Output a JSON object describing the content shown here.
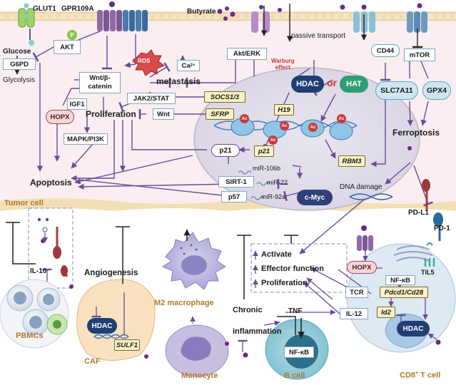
{
  "tumor_cell": {
    "transporters": {
      "glut1": "GLUT1",
      "gpr109a": "GPR109A",
      "butyrate": "Butyrate",
      "passive": "passive transport"
    },
    "metabolism": {
      "glucose": "Glucose",
      "g6pd": "G6PD",
      "glycolysis": "Glycolysis",
      "akt": "AKT",
      "p": "P"
    },
    "signaling": {
      "wnt_catenin_1": "Wnt/β-",
      "wnt_catenin_2": "catenin",
      "ros": "ROS",
      "ca": "Ca",
      "ca_sup": "2+",
      "akt_erk": "Akt/ERK",
      "metastasis": "metastasis",
      "jak2": "JAK2/STAT",
      "proliferation": "Proliferation",
      "wnt": "Wnt",
      "igf1": "IGF1",
      "hopx": "HOPX",
      "mapk": "MAPK/PI3K",
      "apoptosis": "Apoptosis"
    },
    "nucleus": {
      "warburg_1": "Warburg",
      "warburg_2": "effect",
      "hdac": "HDAC",
      "or": "or",
      "hat": "HAT",
      "socs": "SOCS1/3",
      "h19": "H19",
      "sfrp": "SFRP",
      "p21_gene": "p21",
      "p21_protein": "p21",
      "rbm3": "RBM3",
      "mir106b": "miR-106b",
      "sirt1": "SIRT-1",
      "mir22": "miR-22",
      "p57": "p57",
      "mir92a": "miR-92a",
      "cmyc": "c-Myc",
      "dna_damage": "DNA damage",
      "ac": "Ac"
    },
    "right": {
      "cd44": "CD44",
      "mtor": "mTOR",
      "slc7a11": "SLC7A11",
      "gpx4": "GPX4",
      "ferroptosis": "Ferroptosis"
    }
  },
  "tme": {
    "tumor_cell_label": "Tumor cell",
    "il10": "IL-10",
    "pbmcs": "PBMCs",
    "angiogenesis": "Angiogenesis",
    "caf": "CAF",
    "hdac": "HDAC",
    "sulf1": "SULF1",
    "m2": "M2 macrophage",
    "monocyte": "Monocyte",
    "activate": "Activate",
    "effector": "Effector function",
    "proliferation": "Proliferation",
    "chronic_1": "Chronic",
    "chronic_2": "inflammation",
    "tnf": "TNF",
    "nfkb": "NF-κB",
    "b_cell": "B cell",
    "pdl1": "PD-L1",
    "pd1": "PD-1",
    "hopx": "HOPX",
    "til5": "TIL5",
    "nfkb_t": "NF-κB",
    "pdcd": "Pdcd1/Cd28",
    "tcr": "TCR",
    "il12": "IL-12",
    "id2": "Id2",
    "hdac_t": "HDAC",
    "cd8_main": "CD8",
    "cd8_sup": "+",
    "cd8_rest": " T cell"
  }
}
